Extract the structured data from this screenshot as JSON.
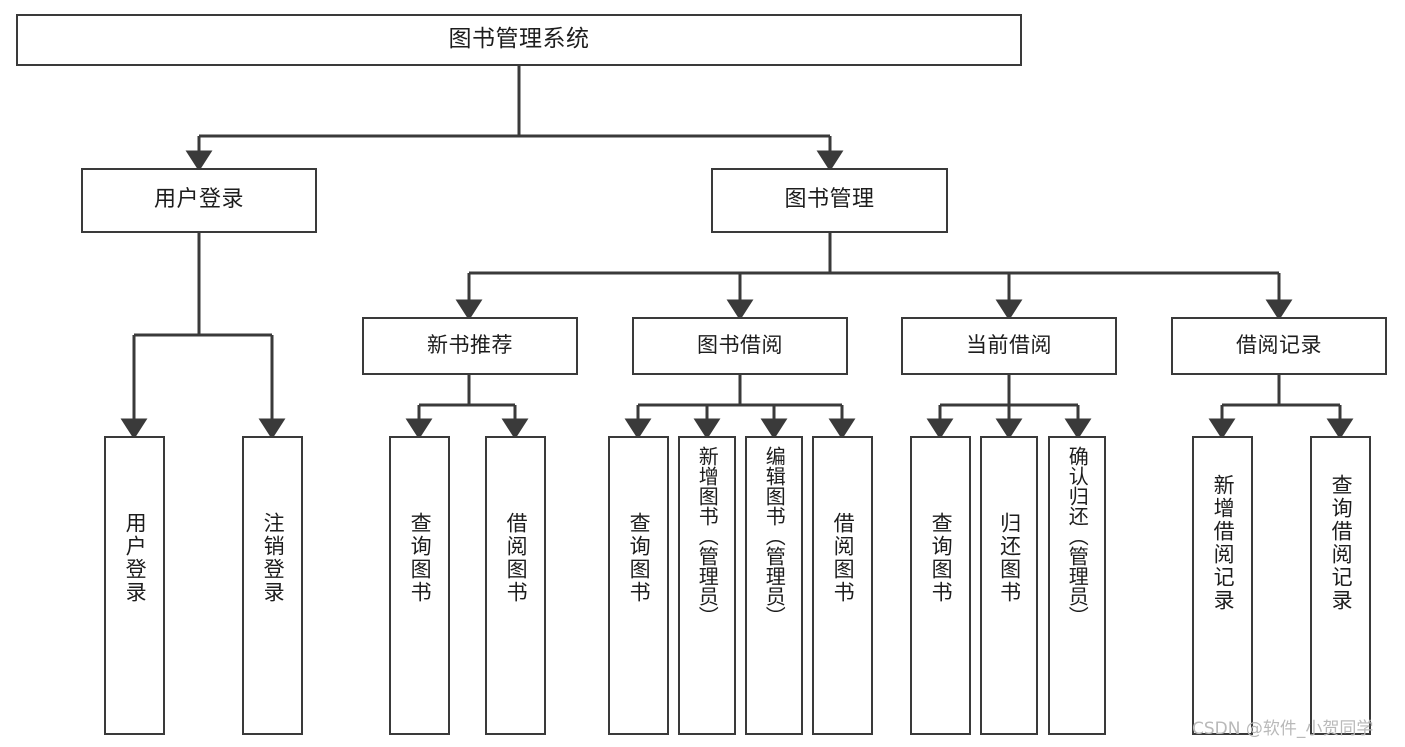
{
  "diagram": {
    "title": "图书管理系统",
    "type": "function-structure-tree",
    "stroke_color": "#3a3a3a",
    "background_color": "#ffffff",
    "text_color": "#1d1d1d",
    "watermark": "CSDN @软件_小贺同学"
  },
  "nodes": {
    "root": {
      "label": "图书管理系统"
    },
    "level2": [
      {
        "id": "user-login",
        "label": "用户登录"
      },
      {
        "id": "book-management",
        "label": "图书管理"
      }
    ],
    "level3": [
      {
        "id": "new-book-recommend",
        "label": "新书推荐"
      },
      {
        "id": "book-borrow",
        "label": "图书借阅"
      },
      {
        "id": "current-borrow",
        "label": "当前借阅"
      },
      {
        "id": "borrow-record",
        "label": "借阅记录"
      }
    ],
    "leaves": [
      {
        "id": "leaf-user-login",
        "label": "用户登录",
        "parent": "user-login"
      },
      {
        "id": "leaf-logout",
        "label": "注销登录",
        "parent": "user-login"
      },
      {
        "id": "leaf-query-book-1",
        "label": "查询图书",
        "parent": "new-book-recommend"
      },
      {
        "id": "leaf-borrow-book-1",
        "label": "借阅图书",
        "parent": "new-book-recommend"
      },
      {
        "id": "leaf-query-book-2",
        "label": "查询图书",
        "parent": "book-borrow"
      },
      {
        "id": "leaf-add-book",
        "label": "新增图书（管理员）",
        "parent": "book-borrow"
      },
      {
        "id": "leaf-edit-book",
        "label": "编辑图书（管理员）",
        "parent": "book-borrow"
      },
      {
        "id": "leaf-borrow-book-2",
        "label": "借阅图书",
        "parent": "book-borrow"
      },
      {
        "id": "leaf-query-book-3",
        "label": "查询图书",
        "parent": "current-borrow"
      },
      {
        "id": "leaf-return-book",
        "label": "归还图书",
        "parent": "current-borrow"
      },
      {
        "id": "leaf-confirm-return",
        "label": "确认归还（管理员）",
        "parent": "current-borrow"
      },
      {
        "id": "leaf-add-record",
        "label": "新增借阅记录",
        "parent": "borrow-record"
      },
      {
        "id": "leaf-query-record",
        "label": "查询借阅记录",
        "parent": "borrow-record"
      }
    ]
  }
}
